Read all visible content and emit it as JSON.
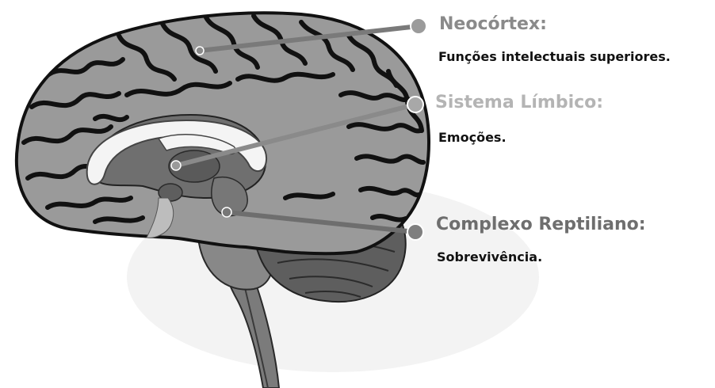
{
  "labels": {
    "neocortex": {
      "title": "Neocórtex:",
      "description": "Funções intelectuais superiores."
    },
    "limbic": {
      "title": "Sistema Límbico:",
      "description": "Emoções."
    },
    "reptilian": {
      "title": "Complexo Reptiliano:",
      "description": "Sobrevivência."
    }
  },
  "colors": {
    "cortex": "#9a9a9a",
    "sulcus": "#111111",
    "inner_brain": "#6f6f6f",
    "cerebellum": "#5e5e5e",
    "brainstem": "#7b7b7b",
    "corpus_callosum": "#f4f4f4",
    "pointer_line": "#7a7a7a",
    "pointer_dot": "#9b9b9b",
    "neocortex_title": "#8a8a8a",
    "limbic_title": "#b4b4b4",
    "reptilian_title": "#6e6e6e",
    "description_text": "#111111"
  }
}
